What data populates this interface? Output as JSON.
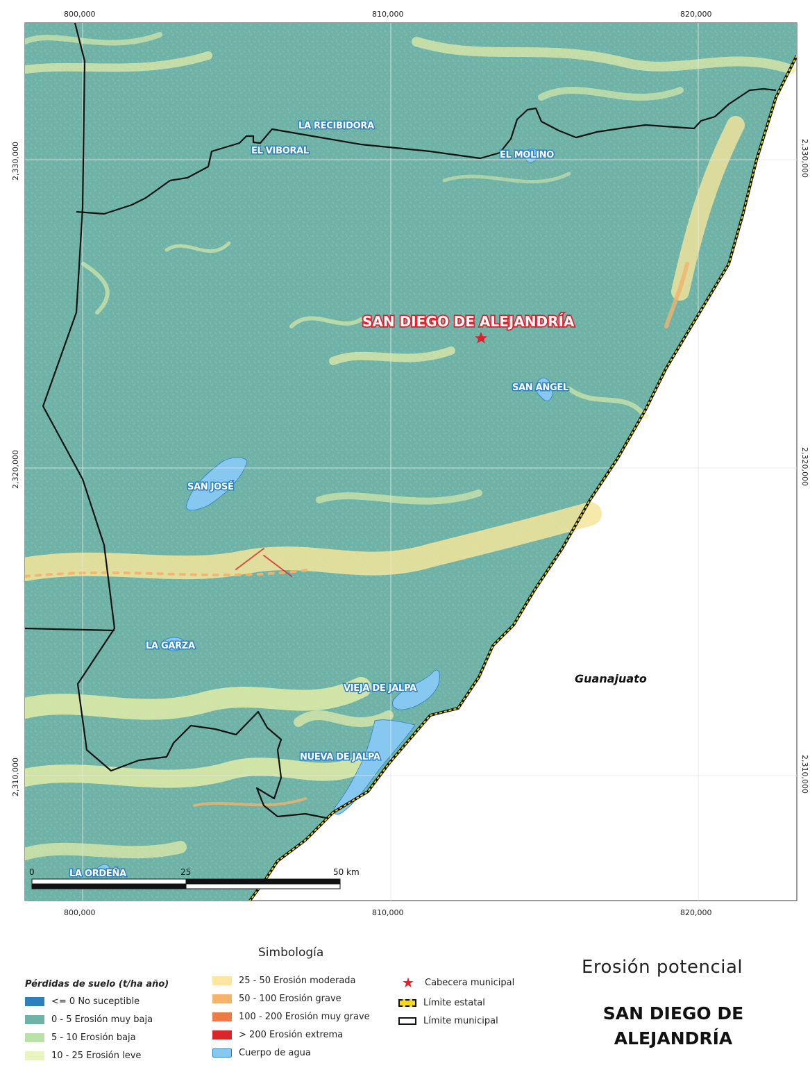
{
  "map": {
    "grid": {
      "x_labels": [
        "800,000",
        "810,000",
        "820,000"
      ],
      "y_labels": [
        "2,330,000",
        "2,320,000",
        "2,310,000"
      ]
    },
    "cabecera": {
      "name": "SAN DIEGO DE ALEJANDRÍA"
    },
    "places": {
      "la_recibidora": "LA RECIBIDORA",
      "el_viboral": "EL VIBORAL",
      "el_molino": "EL MOLINO",
      "san_angel": "SAN ANGEL",
      "san_jose": "SAN JOSÉ",
      "la_garza": "LA GARZA",
      "vieja_de_jalpa": "VIEJA DE JALPA",
      "nueva_de_jalpa": "NUEVA DE JALPA",
      "la_ordena": "LA ORDEÑA"
    },
    "state_label": "Guanajuato",
    "scale_bar": {
      "labels": [
        "0",
        "25",
        "50 km"
      ]
    },
    "colors": {
      "base": "#6fb3a8",
      "leve": "#e8f0a8",
      "moderada": "#f5e59a",
      "grave": "#f3b36a",
      "muy_grave": "#ee7a45",
      "extrema": "#d9262a",
      "agua": "#86c8ef",
      "state_line": "#e8d21a",
      "outside": "#ffffff"
    }
  },
  "legend": {
    "title": "Simbología",
    "subtitle": "Pérdidas de suelo (t/ha año)",
    "items": [
      {
        "label": "<= 0 No suceptible",
        "color": "#2f7fbf"
      },
      {
        "label": "0 - 5 Erosión muy baja",
        "color": "#6fb3a8"
      },
      {
        "label": "5 - 10 Erosión baja",
        "color": "#b8e2a8"
      },
      {
        "label": "10 - 25 Erosión leve",
        "color": "#e8f5c0"
      },
      {
        "label": "25 - 50 Erosión moderada",
        "color": "#fde6a0"
      },
      {
        "label": "50 - 100 Erosión grave",
        "color": "#f6b46a"
      },
      {
        "label": "100 - 200 Erosión muy grave",
        "color": "#ee7a45"
      },
      {
        "label": "> 200 Erosión extrema",
        "color": "#d9262a"
      },
      {
        "label": "Cuerpo de agua",
        "color": "#86c8ef"
      },
      {
        "label": "Cabecera municipal",
        "icon": "star-icon"
      },
      {
        "label": "Límite estatal",
        "icon": "dashed-yellow-box-icon"
      },
      {
        "label": "Límite municipal",
        "icon": "black-box-icon"
      }
    ]
  },
  "map_title": "Erosión potencial",
  "municipality": "SAN DIEGO DE ALEJANDRÍA"
}
